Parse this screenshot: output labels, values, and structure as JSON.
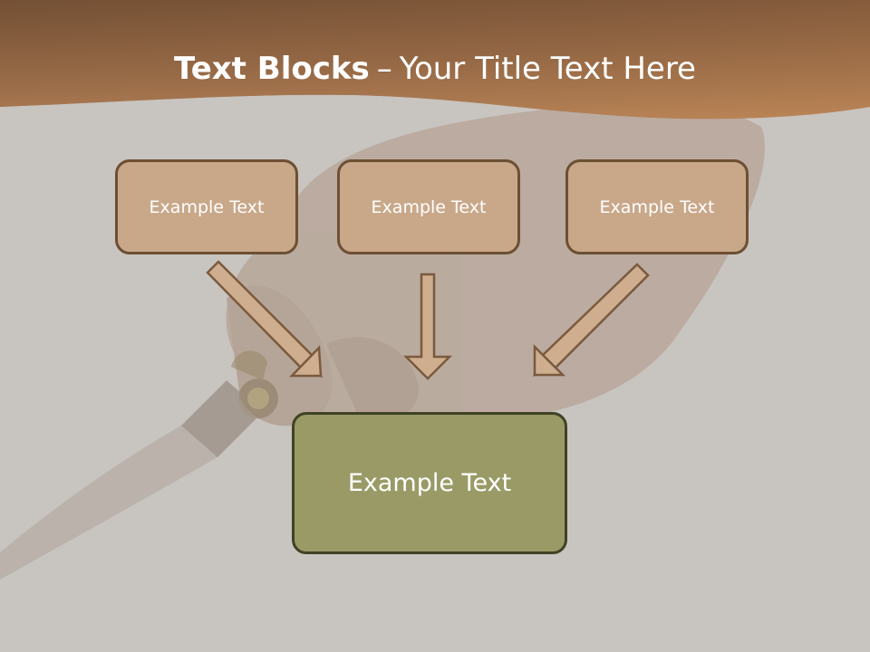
{
  "slide": {
    "title_bold": "Text Blocks",
    "title_separator": "–",
    "title_rest": "Your Title Text Here"
  },
  "blocks": [
    {
      "label": "Example Text"
    },
    {
      "label": "Example Text"
    },
    {
      "label": "Example Text"
    }
  ],
  "target_block": {
    "label": "Example Text"
  },
  "colors": {
    "background": "#c8c4c0",
    "header_band": "#a97a4f",
    "block_fill": "#c9a88a",
    "block_border": "#6d4f33",
    "target_fill": "#999a66",
    "target_border": "#404224",
    "arrow_fill": "#cfae8f",
    "arrow_stroke": "#7a5a3e"
  }
}
